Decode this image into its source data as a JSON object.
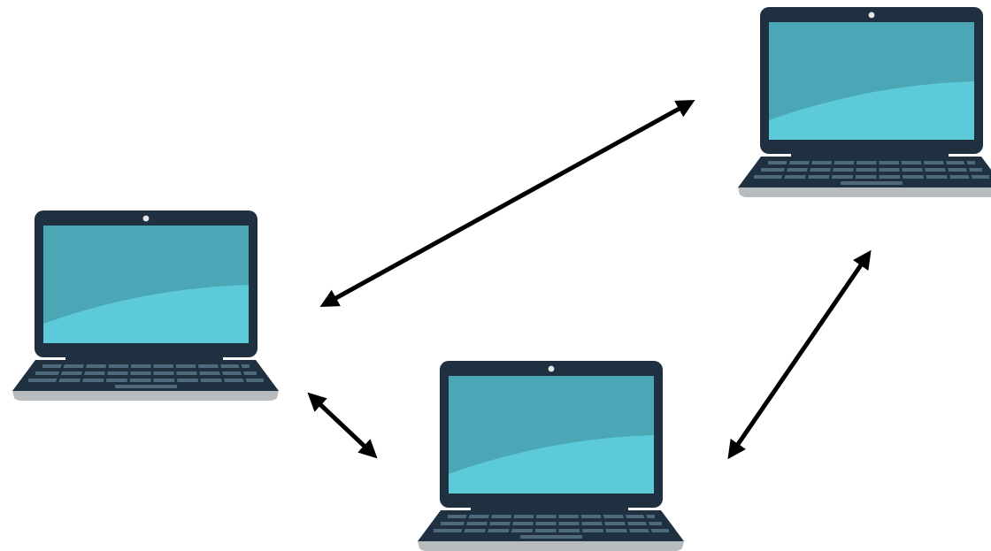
{
  "diagram": {
    "nodes": [
      {
        "id": "laptop-left",
        "icon": "laptop-icon"
      },
      {
        "id": "laptop-top-right",
        "icon": "laptop-icon"
      },
      {
        "id": "laptop-bottom",
        "icon": "laptop-icon"
      }
    ],
    "edges": [
      {
        "from": "laptop-left",
        "to": "laptop-top-right",
        "direction": "bidirectional"
      },
      {
        "from": "laptop-left",
        "to": "laptop-bottom",
        "direction": "bidirectional"
      },
      {
        "from": "laptop-bottom",
        "to": "laptop-top-right",
        "direction": "bidirectional"
      }
    ]
  },
  "colors": {
    "screen_light": "#5ccad8",
    "screen_dark": "#4ba6b6",
    "frame": "#1f3141",
    "frame_highlight": "#2f4556",
    "keys": "#4f6a7c",
    "base_shadow": "#b8bcbf",
    "camera": "#e6e6e6",
    "arrow": "#000000",
    "background": "#ffffff"
  }
}
